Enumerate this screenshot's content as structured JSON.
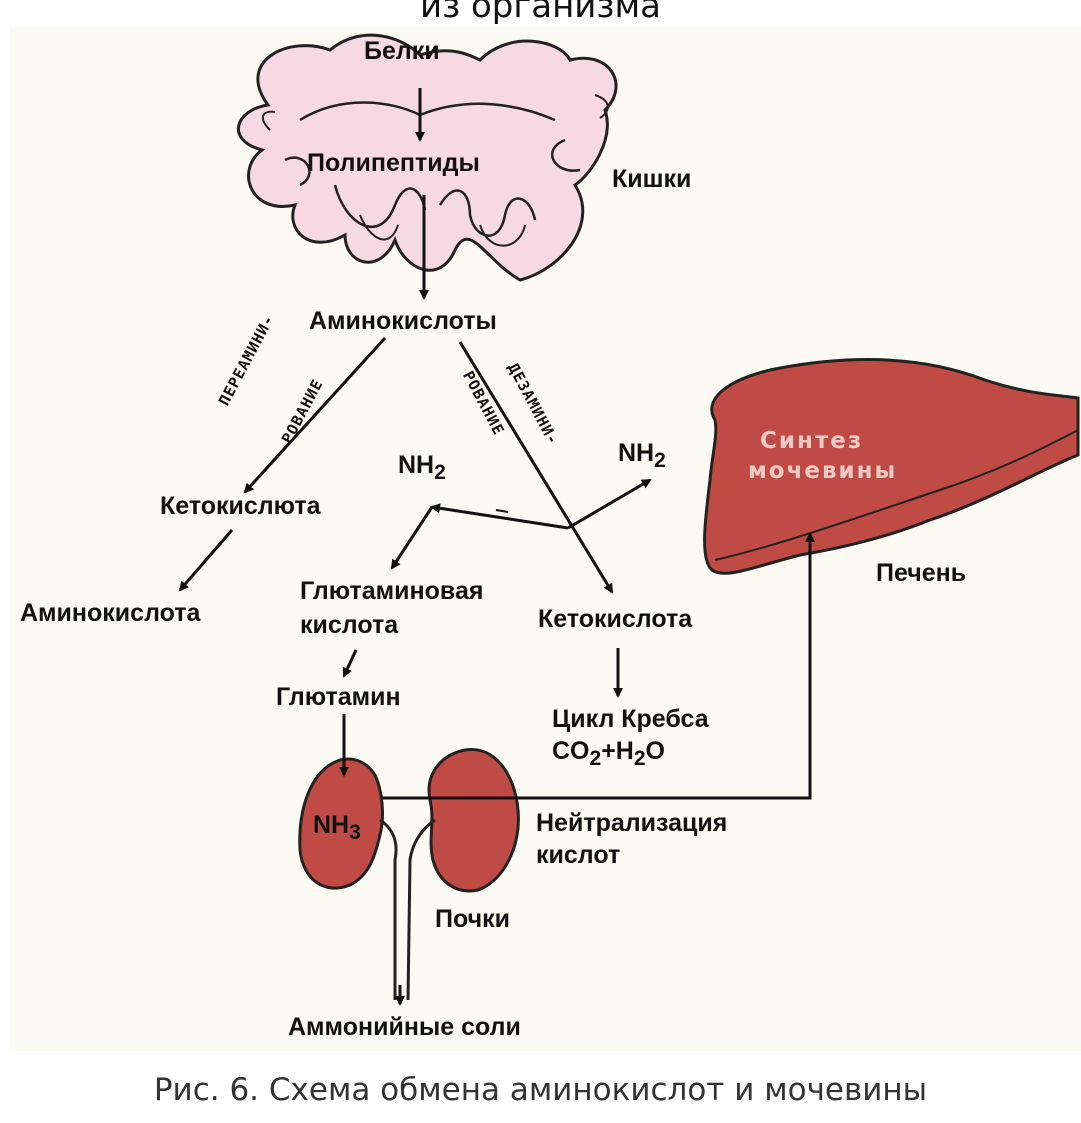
{
  "header_fragment": "из организма",
  "labels": {
    "proteins": "Белки",
    "polypeptides": "Полипептиды",
    "intestines": "Кишки",
    "amino_acids": "Аминокислоты",
    "transamination_1": "ПЕРЕАМИНИ-",
    "transamination_2": "РОВАНИЕ",
    "deamination_1": "ДЕЗАМИНИ-",
    "deamination_2": "РОВАНИЕ",
    "nh2_left": "NH",
    "nh2_right": "NH",
    "ketoacid_left": "Кетокислюта",
    "amino_acid": "Аминокислота",
    "glutamic_acid_1": "Глютаминовая",
    "glutamic_acid_2": "кислота",
    "ketoacid_right": "Кетокислота",
    "glutamine": "Глютамин",
    "krebs_1": "Цикл Кребса",
    "krebs_2": "CO",
    "krebs_3": "+H",
    "krebs_4": "O",
    "urea_synthesis_1": "Синтез",
    "urea_synthesis_2": "мочевины",
    "liver": "Печень",
    "nh3": "NH",
    "neutralization_1": "Нейтрализация",
    "neutralization_2": "кислот",
    "kidneys": "Почки",
    "ammonium_salts": "Аммонийные соли",
    "sub_2": "2",
    "sub_3": "3"
  },
  "caption": "Рис. 6. Схема обмена аминокислот и мочевины",
  "colors": {
    "intestine_fill": "#f6d9e3",
    "organ_fill": "#c04b45",
    "background": "#fbfaf3"
  }
}
